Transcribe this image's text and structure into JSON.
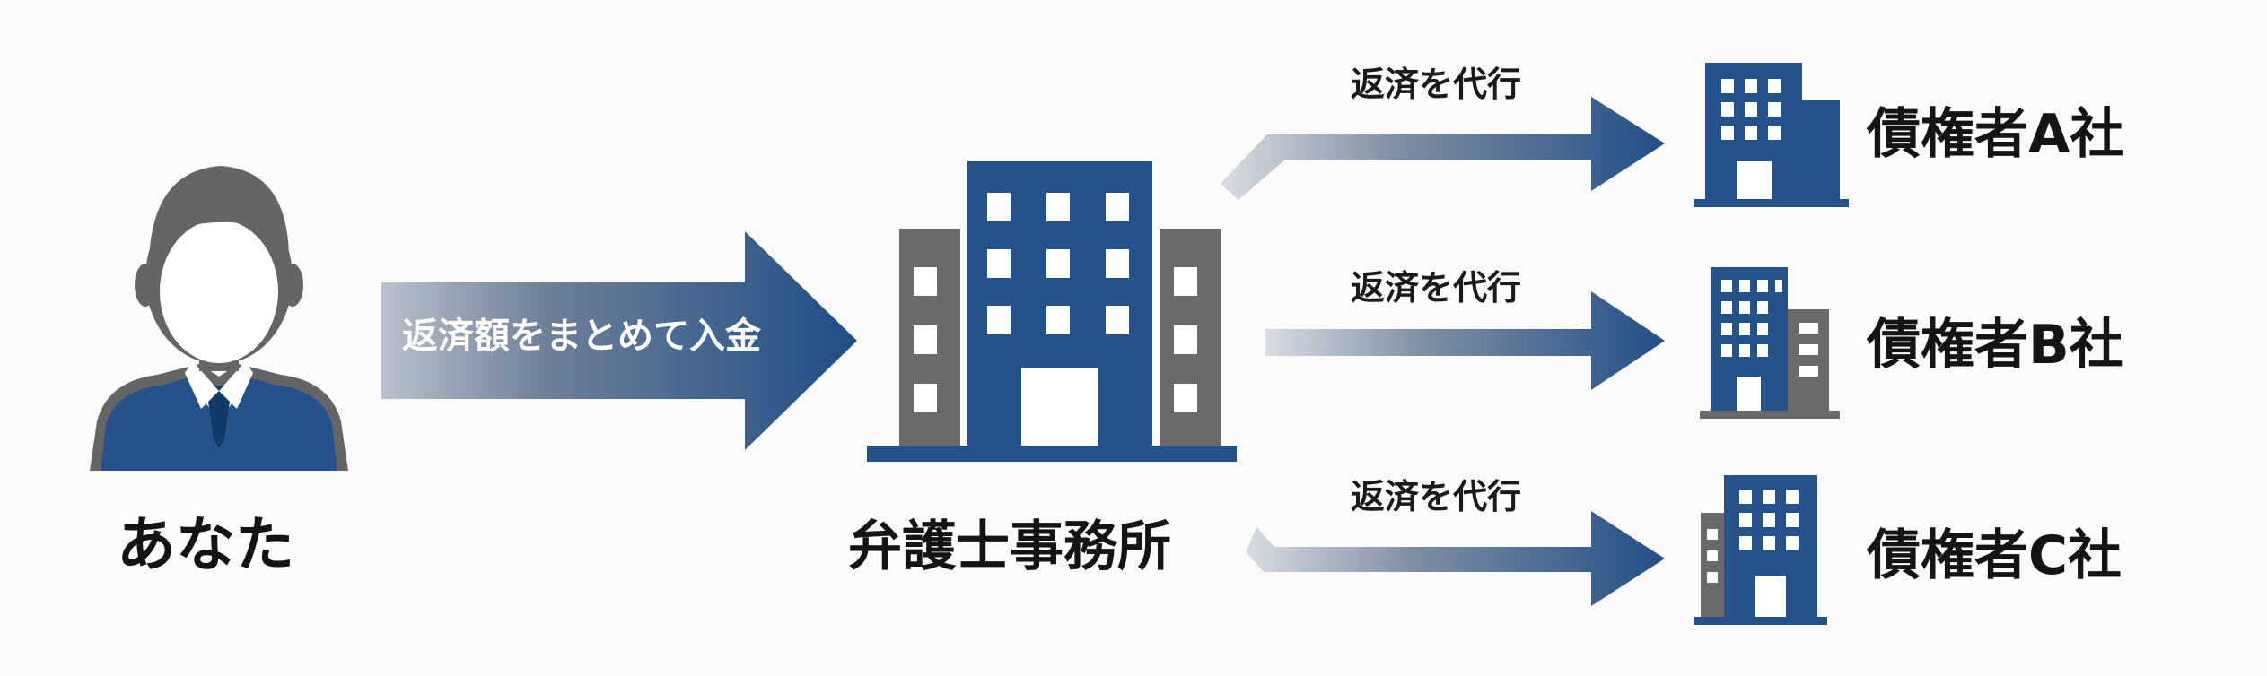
{
  "person": {
    "label": "あなた",
    "icon": "businessman-icon"
  },
  "main_arrow": {
    "label": "返済額をまとめて入金"
  },
  "office": {
    "label": "弁護士事務所",
    "icon": "office-building-icon"
  },
  "branches": [
    {
      "label": "返済を代行",
      "creditor": "債権者A社"
    },
    {
      "label": "返済を代行",
      "creditor": "債権者B社"
    },
    {
      "label": "返済を代行",
      "creditor": "債権者C社"
    }
  ],
  "colors": {
    "navy": "#25528a",
    "gray": "#6b6b6b",
    "text": "#141414",
    "background": "#fbfbfb"
  }
}
